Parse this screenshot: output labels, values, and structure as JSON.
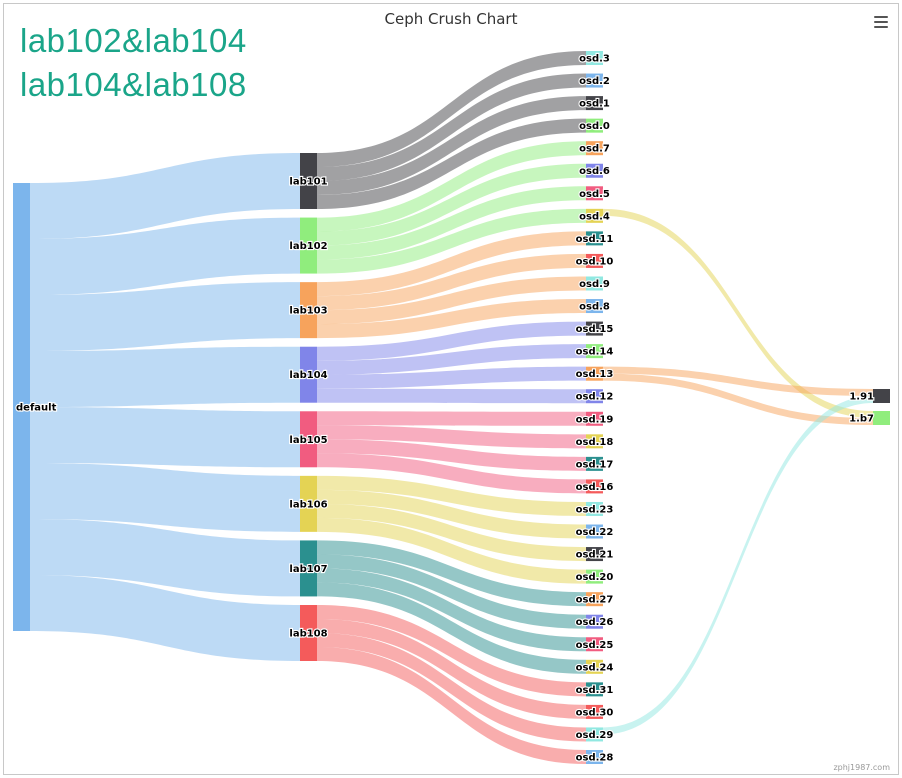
{
  "overlay": {
    "line1": "lab102&lab104",
    "line2": "lab104&lab108",
    "color": "#1aa589"
  },
  "menu": {
    "icon": "hamburger-menu-icon"
  },
  "credit": "zphj1987.com",
  "chart_data": {
    "type": "sankey",
    "title": "Ceph Crush Chart",
    "grid": false,
    "nodes": [
      {
        "name": "default",
        "color": "#7cb5ec"
      },
      {
        "name": "lab101",
        "color": "#434348"
      },
      {
        "name": "lab102",
        "color": "#90ed7d"
      },
      {
        "name": "lab103",
        "color": "#f7a35c"
      },
      {
        "name": "lab104",
        "color": "#8085e9"
      },
      {
        "name": "lab105",
        "color": "#f15c80"
      },
      {
        "name": "lab106",
        "color": "#e4d354"
      },
      {
        "name": "lab107",
        "color": "#2b908f"
      },
      {
        "name": "lab108",
        "color": "#f45b5b"
      },
      {
        "name": "osd.3",
        "color": "#91e8e1"
      },
      {
        "name": "osd.2",
        "color": "#7cb5ec"
      },
      {
        "name": "osd.1",
        "color": "#434348"
      },
      {
        "name": "osd.0",
        "color": "#90ed7d"
      },
      {
        "name": "osd.7",
        "color": "#f7a35c"
      },
      {
        "name": "osd.6",
        "color": "#8085e9"
      },
      {
        "name": "osd.5",
        "color": "#f15c80"
      },
      {
        "name": "osd.4",
        "color": "#e4d354"
      },
      {
        "name": "osd.11",
        "color": "#2b908f"
      },
      {
        "name": "osd.10",
        "color": "#f45b5b"
      },
      {
        "name": "osd.9",
        "color": "#91e8e1"
      },
      {
        "name": "osd.8",
        "color": "#7cb5ec"
      },
      {
        "name": "osd.15",
        "color": "#434348"
      },
      {
        "name": "osd.14",
        "color": "#90ed7d"
      },
      {
        "name": "osd.13",
        "color": "#f7a35c"
      },
      {
        "name": "osd.12",
        "color": "#8085e9"
      },
      {
        "name": "osd.19",
        "color": "#f15c80"
      },
      {
        "name": "osd.18",
        "color": "#e4d354"
      },
      {
        "name": "osd.17",
        "color": "#2b908f"
      },
      {
        "name": "osd.16",
        "color": "#f45b5b"
      },
      {
        "name": "osd.23",
        "color": "#91e8e1"
      },
      {
        "name": "osd.22",
        "color": "#7cb5ec"
      },
      {
        "name": "osd.21",
        "color": "#434348"
      },
      {
        "name": "osd.20",
        "color": "#90ed7d"
      },
      {
        "name": "osd.27",
        "color": "#f7a35c"
      },
      {
        "name": "osd.26",
        "color": "#8085e9"
      },
      {
        "name": "osd.25",
        "color": "#f15c80"
      },
      {
        "name": "osd.24",
        "color": "#e4d354"
      },
      {
        "name": "osd.31",
        "color": "#2b908f"
      },
      {
        "name": "osd.30",
        "color": "#f45b5b"
      },
      {
        "name": "osd.29",
        "color": "#91e8e1"
      },
      {
        "name": "osd.28",
        "color": "#7cb5ec"
      },
      {
        "name": "1.91",
        "color": "#434348"
      },
      {
        "name": "1.b7",
        "color": "#90ed7d"
      }
    ],
    "links": [
      {
        "from": "default",
        "to": "lab101",
        "weight": 4
      },
      {
        "from": "default",
        "to": "lab102",
        "weight": 4
      },
      {
        "from": "default",
        "to": "lab103",
        "weight": 4
      },
      {
        "from": "default",
        "to": "lab104",
        "weight": 4
      },
      {
        "from": "default",
        "to": "lab105",
        "weight": 4
      },
      {
        "from": "default",
        "to": "lab106",
        "weight": 4
      },
      {
        "from": "default",
        "to": "lab107",
        "weight": 4
      },
      {
        "from": "default",
        "to": "lab108",
        "weight": 4
      },
      {
        "from": "lab101",
        "to": "osd.3",
        "weight": 1
      },
      {
        "from": "lab101",
        "to": "osd.2",
        "weight": 1
      },
      {
        "from": "lab101",
        "to": "osd.1",
        "weight": 1
      },
      {
        "from": "lab101",
        "to": "osd.0",
        "weight": 1
      },
      {
        "from": "lab102",
        "to": "osd.7",
        "weight": 1
      },
      {
        "from": "lab102",
        "to": "osd.6",
        "weight": 1
      },
      {
        "from": "lab102",
        "to": "osd.5",
        "weight": 1
      },
      {
        "from": "lab102",
        "to": "osd.4",
        "weight": 1
      },
      {
        "from": "lab103",
        "to": "osd.11",
        "weight": 1
      },
      {
        "from": "lab103",
        "to": "osd.10",
        "weight": 1
      },
      {
        "from": "lab103",
        "to": "osd.9",
        "weight": 1
      },
      {
        "from": "lab103",
        "to": "osd.8",
        "weight": 1
      },
      {
        "from": "lab104",
        "to": "osd.15",
        "weight": 1
      },
      {
        "from": "lab104",
        "to": "osd.14",
        "weight": 1
      },
      {
        "from": "lab104",
        "to": "osd.13",
        "weight": 1
      },
      {
        "from": "lab104",
        "to": "osd.12",
        "weight": 1
      },
      {
        "from": "lab105",
        "to": "osd.19",
        "weight": 1
      },
      {
        "from": "lab105",
        "to": "osd.18",
        "weight": 1
      },
      {
        "from": "lab105",
        "to": "osd.17",
        "weight": 1
      },
      {
        "from": "lab105",
        "to": "osd.16",
        "weight": 1
      },
      {
        "from": "lab106",
        "to": "osd.23",
        "weight": 1
      },
      {
        "from": "lab106",
        "to": "osd.22",
        "weight": 1
      },
      {
        "from": "lab106",
        "to": "osd.21",
        "weight": 1
      },
      {
        "from": "lab106",
        "to": "osd.20",
        "weight": 1
      },
      {
        "from": "lab107",
        "to": "osd.27",
        "weight": 1
      },
      {
        "from": "lab107",
        "to": "osd.26",
        "weight": 1
      },
      {
        "from": "lab107",
        "to": "osd.25",
        "weight": 1
      },
      {
        "from": "lab107",
        "to": "osd.24",
        "weight": 1
      },
      {
        "from": "lab108",
        "to": "osd.31",
        "weight": 1
      },
      {
        "from": "lab108",
        "to": "osd.30",
        "weight": 1
      },
      {
        "from": "lab108",
        "to": "osd.29",
        "weight": 1
      },
      {
        "from": "lab108",
        "to": "osd.28",
        "weight": 1
      },
      {
        "from": "osd.4",
        "to": "1.b7",
        "weight": 0.5
      },
      {
        "from": "osd.13",
        "to": "1.91",
        "weight": 0.5
      },
      {
        "from": "osd.13",
        "to": "1.b7",
        "weight": 0.5
      },
      {
        "from": "osd.29",
        "to": "1.91",
        "weight": 0.5
      }
    ]
  }
}
